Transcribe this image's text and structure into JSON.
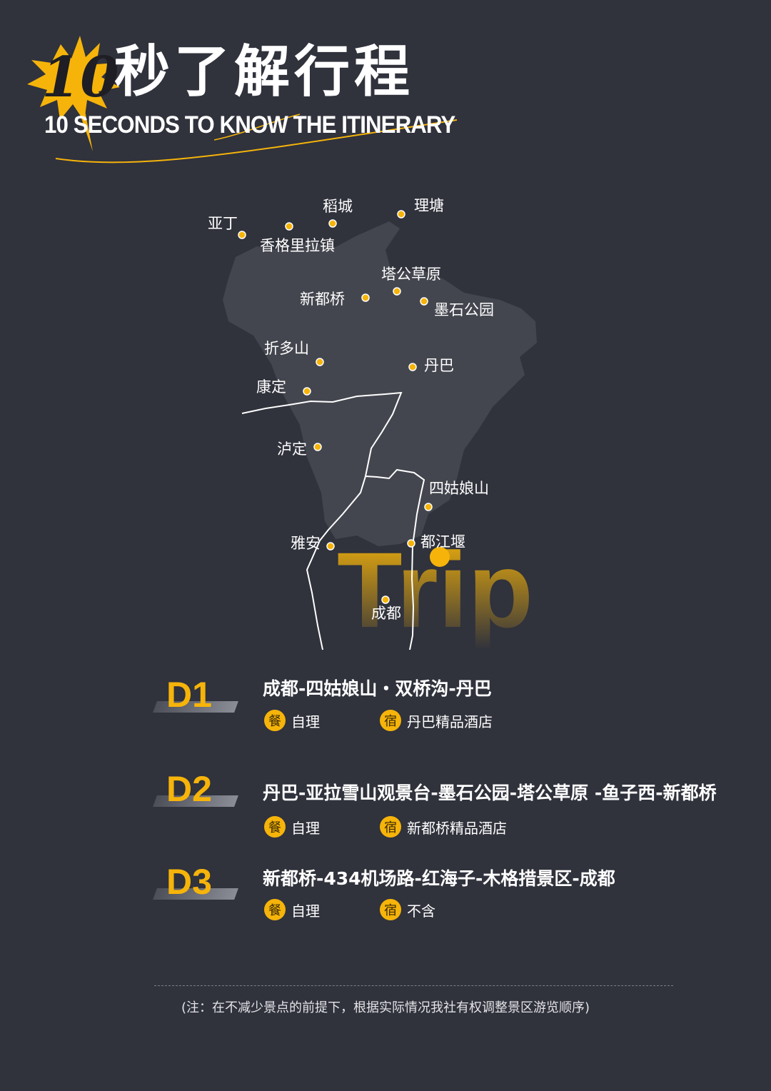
{
  "header": {
    "title_number": "10",
    "title_cn": "秒了解行程",
    "subtitle_en": "10 SECONDS TO KNOW THE ITINERARY"
  },
  "map": {
    "watermark": "Trip",
    "places": [
      {
        "name": "亚丁"
      },
      {
        "name": "香格里拉镇"
      },
      {
        "name": "稻城"
      },
      {
        "name": "理塘"
      },
      {
        "name": "塔公草原"
      },
      {
        "name": "新都桥"
      },
      {
        "name": "墨石公园"
      },
      {
        "name": "折多山"
      },
      {
        "name": "丹巴"
      },
      {
        "name": "康定"
      },
      {
        "name": "泸定"
      },
      {
        "name": "四姑娘山"
      },
      {
        "name": "雅安"
      },
      {
        "name": "都江堰"
      },
      {
        "name": "成都"
      }
    ]
  },
  "days": [
    {
      "label": "D1",
      "route": "成都-四姑娘山・双桥沟-丹巴",
      "meal_icon": "餐",
      "meal": "自理",
      "stay_icon": "宿",
      "stay": "丹巴精品酒店"
    },
    {
      "label": "D2",
      "route": "丹巴-亚拉雪山观景台-墨石公园-塔公草原 -鱼子西-新都桥",
      "meal_icon": "餐",
      "meal": "自理",
      "stay_icon": "宿",
      "stay": "新都桥精品酒店"
    },
    {
      "label": "D3",
      "route": "新都桥-434机场路-红海子-木格措景区-成都",
      "meal_icon": "餐",
      "meal": "自理",
      "stay_icon": "宿",
      "stay": "不含"
    }
  ],
  "note": "(注：在不减少景点的前提下，根据实际情况我社有权调整景区游览顺序)",
  "colors": {
    "background": "#30323c",
    "accent": "#f6b40a",
    "map_region": "#44464f"
  }
}
